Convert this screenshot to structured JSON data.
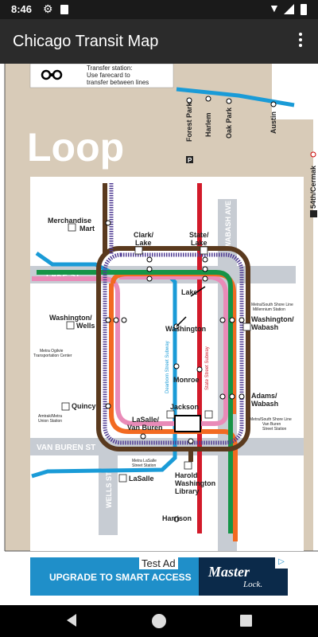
{
  "status_bar": {
    "time": "8:46",
    "icons": [
      "gear-icon",
      "sd-card-icon",
      "wifi-icon",
      "signal-icon",
      "battery-icon"
    ]
  },
  "app_bar": {
    "title": "Chicago Transit Map",
    "menu_icon": "overflow-menu-icon"
  },
  "map": {
    "legend": {
      "text": [
        "Transfer station:",
        "Use farecard to",
        "transfer between lines"
      ]
    },
    "region_label": "Loop",
    "green_line_stations": [
      "Forest Park",
      "Harlem",
      "Oak Park",
      "Austin"
    ],
    "edge_labels": [
      "54th/Cermak"
    ],
    "streets": [
      "LAKE ST",
      "WABASH AVE",
      "VAN BUREN ST",
      "WELLS ST"
    ],
    "subways": [
      "Dearborn Street Subway",
      "State Street Subway"
    ],
    "stations": {
      "merchandise_mart": [
        "Merchandise",
        "Mart"
      ],
      "clark_lake": [
        "Clark/",
        "Lake"
      ],
      "state_lake": [
        "State/",
        "Lake"
      ],
      "lake": "Lake",
      "washington_wells": [
        "Washington/",
        "Wells"
      ],
      "washington": "Washington",
      "washington_wabash": [
        "Washington/",
        "Wabash"
      ],
      "monroe": "Monroe",
      "adams_wabash": [
        "Adams/",
        "Wabash"
      ],
      "quincy": "Quincy",
      "jackson": "Jackson",
      "lasalle_van_buren": [
        "LaSalle/",
        "Van Buren"
      ],
      "lasalle": "LaSalle",
      "harold_washington_library": [
        "Harold",
        "Washington",
        "Library"
      ],
      "harrison": "Harrison"
    },
    "rail_stations": {
      "ogilvie": [
        "Metra Ogilvie",
        "Transportation Center"
      ],
      "union": [
        "Amtrak/Metra",
        "Union Station"
      ],
      "millennium": [
        "Metra/South Shore Line",
        "Millennium Station"
      ],
      "van_buren": [
        "Metra/South Shore Line",
        "Van Buren",
        "Street Station"
      ],
      "lasalle_street": [
        "Metra LaSalle",
        "Street Station"
      ]
    },
    "colors": {
      "brown": "#5a3a1e",
      "green": "#159447",
      "red": "#d21a2a",
      "blue": "#1a9bd7",
      "pink": "#e98bb8",
      "purple": "#4f3b93",
      "orange": "#f26a21",
      "tan": "#d8cbb8",
      "street": "#c7ccd3"
    }
  },
  "ad": {
    "label": "Test Ad",
    "headline": "UPGRADE TO SMART ACCESS",
    "brand": "Master",
    "brand_sub": "Lock."
  },
  "nav": {
    "icons": [
      "back-icon",
      "home-icon",
      "recents-icon"
    ]
  }
}
